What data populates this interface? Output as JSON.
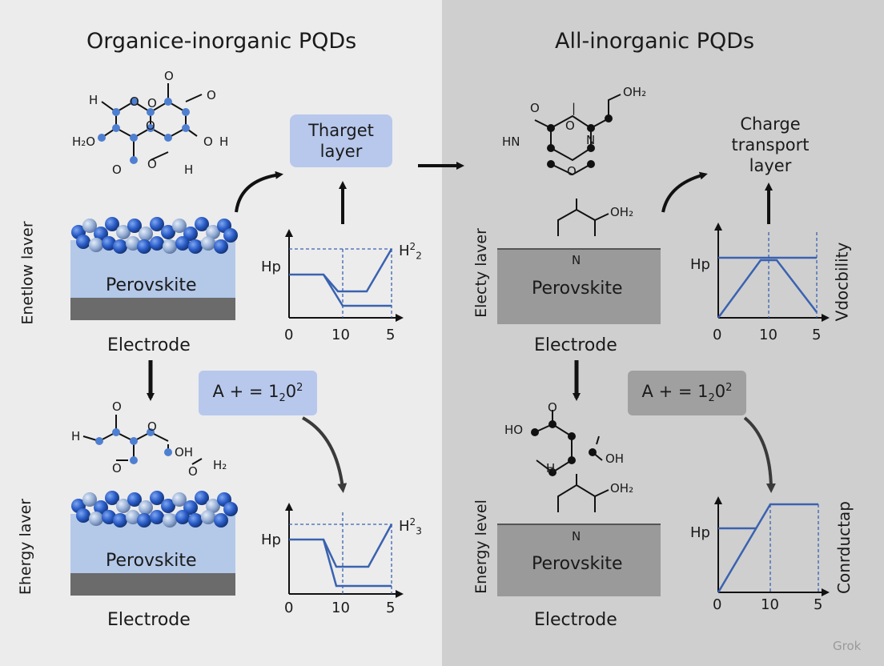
{
  "colors": {
    "left_bg": "#ececec",
    "right_bg": "#cfcfcf",
    "perovskite_blue": "#b4c8e8",
    "electrode_gray": "#6b6b6b",
    "right_perovskite": "#9a9a9a",
    "plot_line": "#3a62b0",
    "callout_blue": "#b8c8ec",
    "callout_gray": "#a0a0a0"
  },
  "left": {
    "title": "Organice-inorganic PQDs",
    "top_side_label": "Enetlow laver",
    "top_perovskite": "Perovskite",
    "top_electrode": "Electrode",
    "target_box": "Tharget\nlayer",
    "top_plot": {
      "ylabel": "Hp",
      "annotation": "H",
      "annotation_sup": "2",
      "annotation_sub": "2",
      "xticks": [
        "0",
        "10",
        "5"
      ]
    },
    "equation_base": "A + = 1",
    "equation_sub": "2",
    "equation_mid": "0",
    "equation_sup": "2",
    "bottom_side_label": "Ehergy laver",
    "bottom_perovskite": "Perovskite",
    "bottom_electrode": "Electrode",
    "bottom_plot": {
      "ylabel": "Hp",
      "annotation": "H",
      "annotation_sup": "2",
      "annotation_sub": "3",
      "xticks": [
        "0",
        "10",
        "5"
      ]
    },
    "mol_top": {
      "a": "H",
      "b": "H₂O",
      "c": "O",
      "d": "O",
      "e": "O",
      "f": "O",
      "g": "O",
      "h": "O",
      "i": "O",
      "j": "H",
      "k": "H",
      "l": "O"
    },
    "mol_bottom": {
      "a": "H",
      "b": "O",
      "c": "O",
      "d": "OH",
      "e": "O",
      "f": "H₂",
      "g": "O"
    }
  },
  "right": {
    "title": "All-inorganic PQDs",
    "top_side_label": "Electy laver",
    "top_perovskite": "Perovskite",
    "top_electrode": "Electrode",
    "charge_box": "Charge\ntransport\nlayer",
    "top_plot": {
      "ylabel": "Hp",
      "side_label": "Vdocbility",
      "xticks": [
        "0",
        "10",
        "5"
      ]
    },
    "equation_base": "A + = 1",
    "equation_sub": "2",
    "equation_mid": "0",
    "equation_sup": "2",
    "bottom_side_label": "Energy level",
    "bottom_perovskite": "Perovskite",
    "bottom_electrode": "Electrode",
    "bottom_plot": {
      "ylabel": "Hp",
      "side_label": "Conrductap",
      "xticks": [
        "0",
        "10",
        "5"
      ]
    },
    "mol_top": {
      "a": "O",
      "b": "HN",
      "c": "O",
      "d": "N",
      "e": "O",
      "f": "OH₂",
      "g": "|"
    },
    "mol_mid": {
      "a": "OH₂",
      "b": "N"
    },
    "mol_bottom": {
      "a": "O",
      "b": "HO",
      "c": "H",
      "d": "OH"
    },
    "mol_lower": {
      "a": "OH₂",
      "b": "N"
    }
  },
  "watermark": "Grok"
}
